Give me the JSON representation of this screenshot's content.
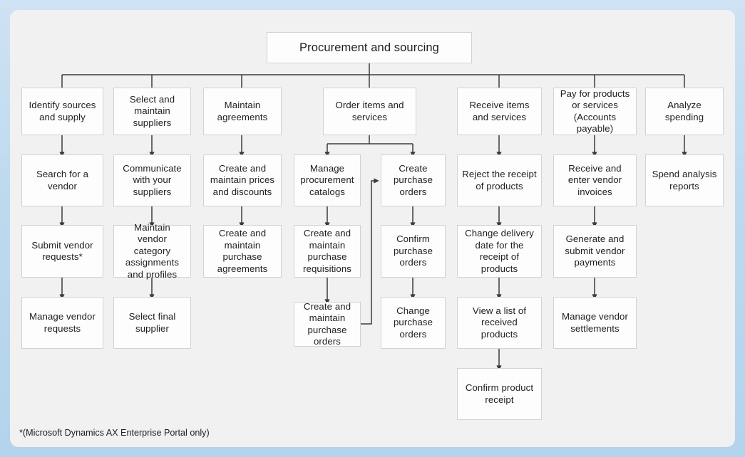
{
  "diagram": {
    "title": "Procurement and sourcing",
    "footnote": "*(Microsoft Dynamics AX Enterprise Portal only)",
    "colors": {
      "background_top": "#cfe2f3",
      "background_bottom": "#b3d4ec",
      "panel": "#f1f1f1",
      "node_fill": "#fdfdfd",
      "node_border": "#d2d2d2",
      "connector": "#3a3a3a",
      "text": "#1e1e1e"
    },
    "columns": [
      {
        "id": "identify-sources-and-supply",
        "header": "Identify sources and supply",
        "steps": [
          "Search for a vendor",
          "Submit vendor requests*",
          "Manage vendor requests"
        ]
      },
      {
        "id": "select-and-maintain-suppliers",
        "header": "Select and maintain suppliers",
        "steps": [
          "Communicate with your suppliers",
          "Maintain vendor category assignments and profiles",
          "Select final supplier"
        ]
      },
      {
        "id": "maintain-agreements",
        "header": "Maintain agreements",
        "steps": [
          "Create and maintain prices and discounts",
          "Create and maintain purchase agreements"
        ]
      },
      {
        "id": "order-items-and-services",
        "header": "Order items and services",
        "steps": [
          "Manage procurement catalogs",
          "Create and maintain purchase requisitions",
          "Create and maintain purchase orders"
        ],
        "steps_secondary": [
          "Create purchase orders",
          "Confirm purchase orders",
          "Change purchase orders"
        ]
      },
      {
        "id": "receive-items-and-services",
        "header": "Receive items and services",
        "steps": [
          "Reject the receipt of products",
          "Change delivery date for the receipt of products",
          "View a list of received products",
          "Confirm product receipt"
        ]
      },
      {
        "id": "pay-for-products-or-services",
        "header": "Pay for products or services (Accounts payable)",
        "steps": [
          "Receive and enter vendor invoices",
          "Generate and submit vendor payments",
          "Manage vendor settlements"
        ]
      },
      {
        "id": "analyze-spending",
        "header": "Analyze spending",
        "steps": [
          "Spend analysis reports"
        ]
      }
    ]
  }
}
